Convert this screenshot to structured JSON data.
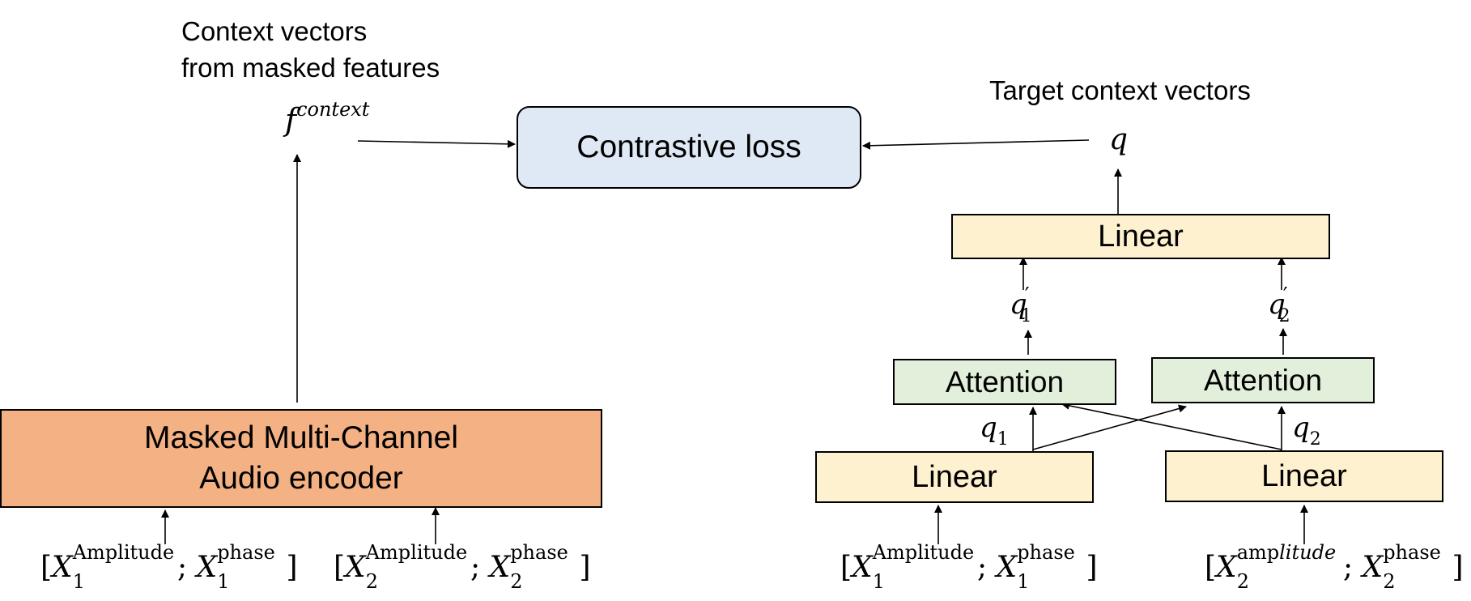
{
  "left": {
    "caption_line1": "Context vectors",
    "caption_line2": "from masked features",
    "f_symbol": "f",
    "f_super": "context",
    "encoder_line1": "Masked Multi-Channel",
    "encoder_line2": "Audio encoder",
    "input1": {
      "open": "[",
      "x": "X",
      "sub": "1",
      "sup_a": "Amplitude",
      "sep": "; ",
      "sup_p": "phase",
      "close": "]"
    },
    "input2": {
      "open": "[",
      "x": "X",
      "sub": "2",
      "sup_a": "Amplitude",
      "sep": "; ",
      "sup_p": "phase",
      "close": "]"
    }
  },
  "center": {
    "loss_label": "Contrastive loss"
  },
  "right": {
    "caption": "Target context vectors",
    "q_symbol": "q",
    "linear_top": "Linear",
    "q1p": {
      "q": "q",
      "prime": "′",
      "sub": "1"
    },
    "q2p": {
      "q": "q",
      "prime": "′",
      "sub": "2"
    },
    "attention1": "Attention",
    "attention2": "Attention",
    "q1": {
      "q": "q",
      "sub": "1"
    },
    "q2": {
      "q": "q",
      "sub": "2"
    },
    "linear1": "Linear",
    "linear2": "Linear",
    "input1": {
      "open": "[",
      "x": "X",
      "sub": "1",
      "sup_a": "Amplitude",
      "sep": "; ",
      "sup_p": "phase",
      "close": "]"
    },
    "input2": {
      "open": "[",
      "x": "X",
      "sub": "2",
      "sup_a1": "amp",
      "sup_a2": "litude",
      "sep": "; ",
      "sup_p": "phase",
      "close": "]"
    }
  },
  "colors": {
    "encoder_fill": "#f4b183",
    "loss_fill": "#dfe9f5",
    "linear_fill": "#fdf1cf",
    "attention_fill": "#e2efdb",
    "stroke": "#000000"
  }
}
